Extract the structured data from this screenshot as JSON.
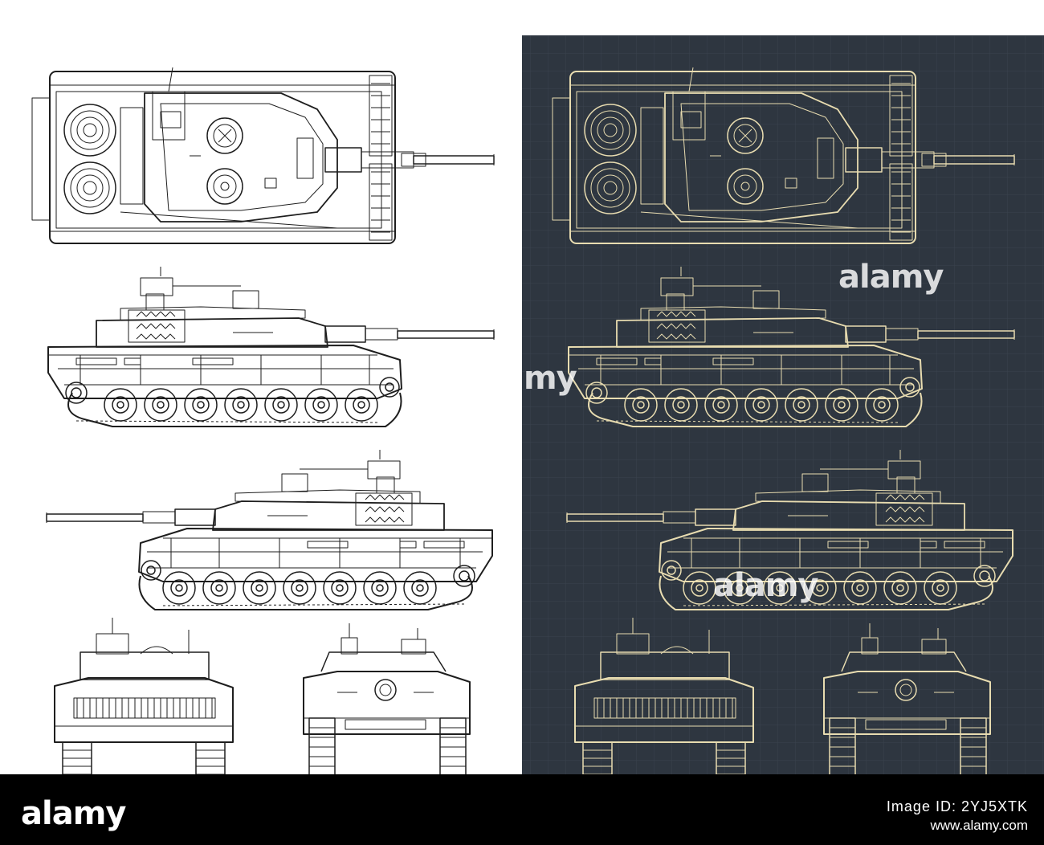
{
  "watermark": {
    "brand": "alamy",
    "fragment_right": "alamy",
    "fragment_middle": "my",
    "fragment_bottom": "alamy"
  },
  "footer": {
    "logo": "alamy",
    "image_id": "Image ID: 2YJ5XTK",
    "site": "www.alamy.com"
  },
  "panels": {
    "left_background": "#ffffff",
    "left_line_color": "#1e1e1e",
    "right_background": "#2e3640",
    "right_line_color": "#e8dcb0",
    "grid_color": "#3a434e"
  },
  "views": [
    "top-view",
    "side-view-left",
    "side-view-right",
    "front-view",
    "rear-view"
  ]
}
